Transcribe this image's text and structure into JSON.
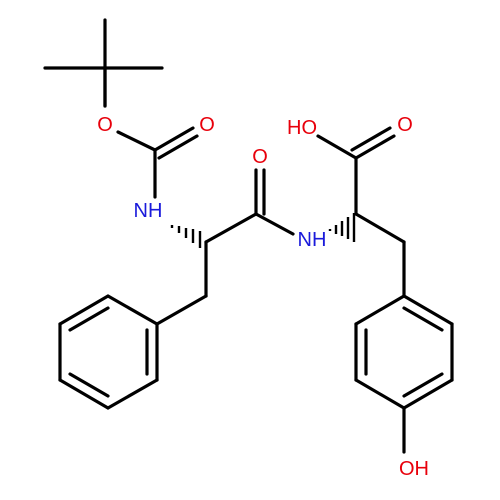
{
  "colors": {
    "carbon_bond": "#000000",
    "oxygen": "#e8000b",
    "nitrogen": "#1a1adb",
    "background": "#ffffff"
  },
  "atom_labels": {
    "boc_ester_o": "O",
    "boc_carbonyl_o": "O",
    "boc_nh": "NH",
    "amide_o": "O",
    "amide_nh": "NH",
    "acid_oh": "HO",
    "acid_carbonyl_o": "O",
    "phenol_oh": "OH"
  }
}
